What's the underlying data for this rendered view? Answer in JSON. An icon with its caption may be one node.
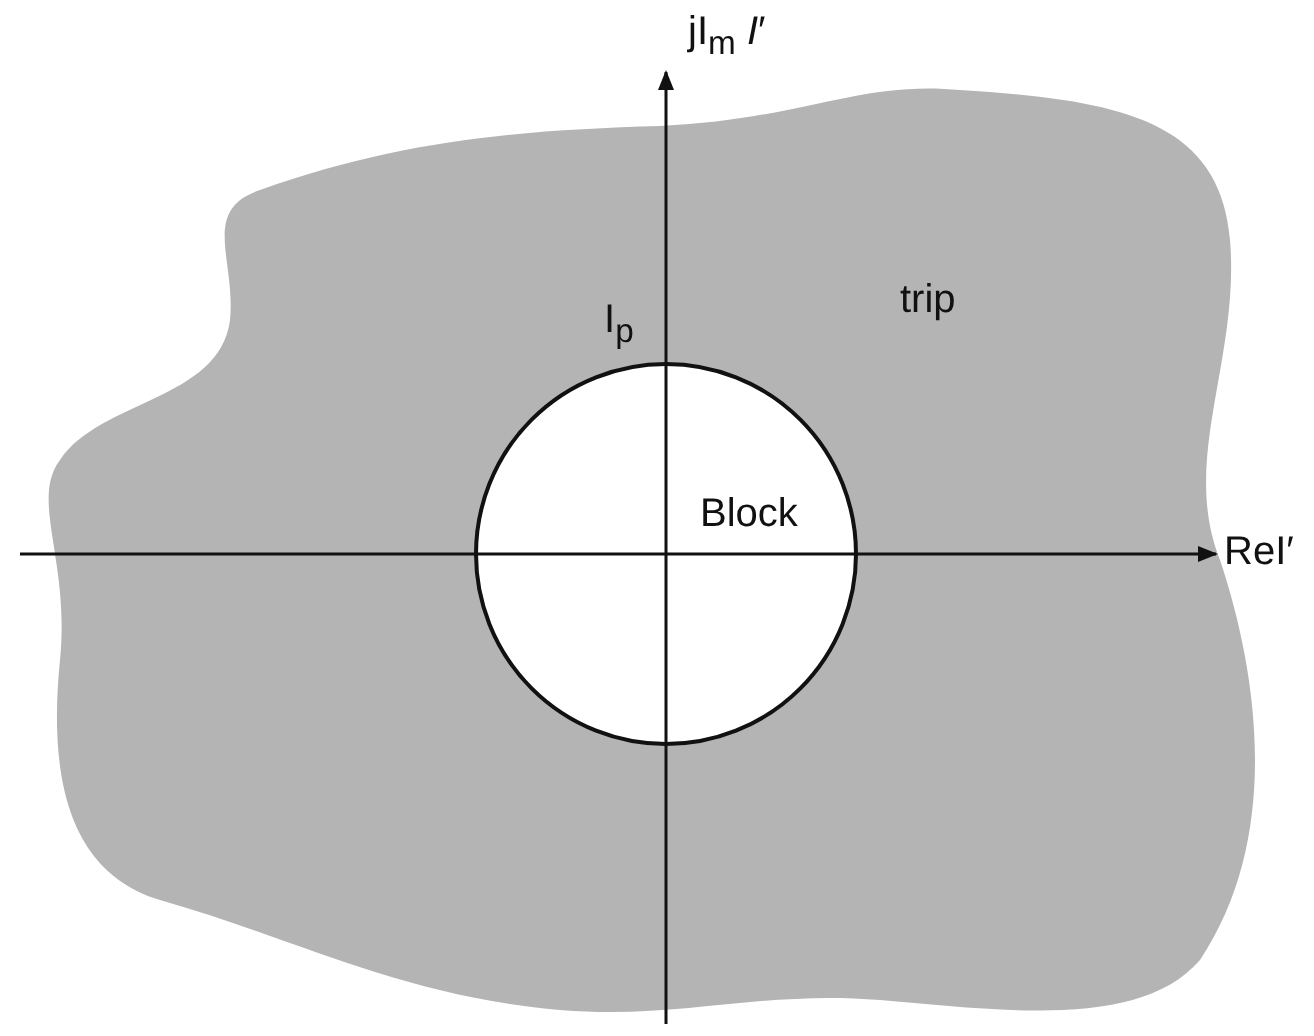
{
  "diagram": {
    "nodes": [
      {
        "text": [
          "trip"
        ]
      },
      {
        "text": [
          "Block"
        ],
        "in": 0,
        "beside": [
          "I$_{p}$"
        ]
      }
    ],
    "labels": [
      "jI$_{m}$ *I*′",
      "ReI′"
    ]
  }
}
